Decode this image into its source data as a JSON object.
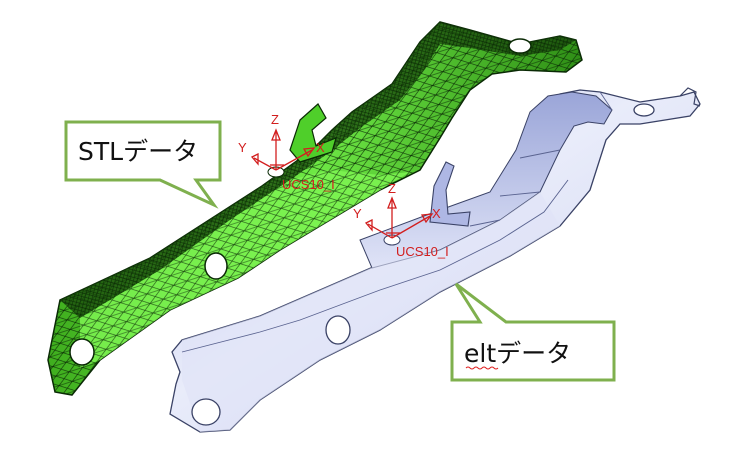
{
  "colors": {
    "mesh_fill": "#5fe03a",
    "mesh_dark": "#0d3a06",
    "mesh_line": "#0a2a05",
    "solid_light": "#eef1fb",
    "solid_mid": "#c4ccef",
    "solid_dark": "#8c97c8",
    "solid_edge": "#3a4266",
    "callout_border": "#7fb04e",
    "axis_red": "#d21e1e"
  },
  "callouts": {
    "stl_label": "STLデータ",
    "elt_label": "eltデータ"
  },
  "mesh_model": {
    "axes": {
      "x": "X",
      "y": "Y",
      "z": "Z"
    },
    "ucs": "UCS10_I"
  },
  "solid_model": {
    "axes": {
      "x": "X",
      "y": "Y",
      "z": "Z"
    },
    "ucs": "UCS10_I"
  }
}
